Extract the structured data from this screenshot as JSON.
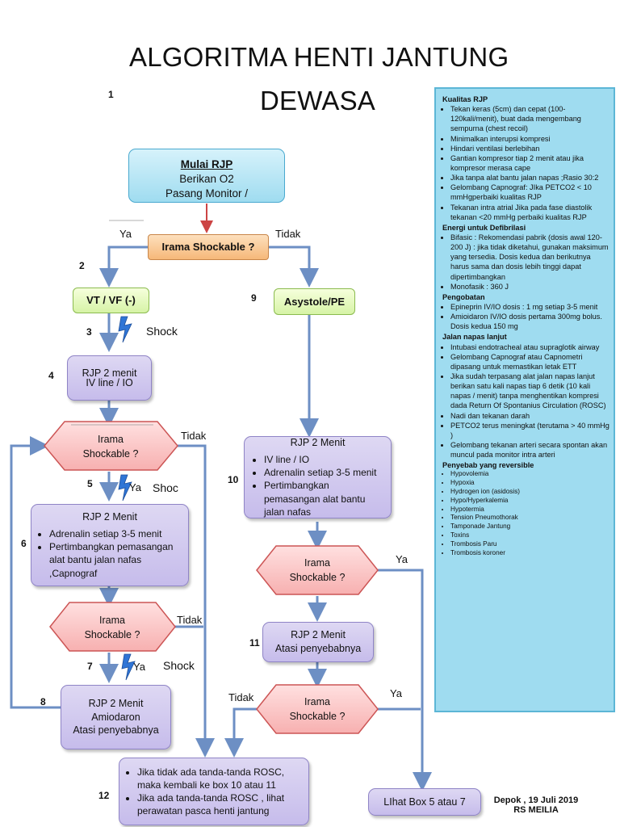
{
  "title": {
    "line1": "ALGORITMA HENTI JANTUNG",
    "line2": "DEWASA"
  },
  "numbers": {
    "n1": "1",
    "n2": "2",
    "n3": "3",
    "n4": "4",
    "n5": "5",
    "n6": "6",
    "n7": "7",
    "n8": "8",
    "n9": "9",
    "n10": "10",
    "n11": "11",
    "n12": "12"
  },
  "start": {
    "title": "Mulai RJP",
    "line1": "Berikan O2",
    "line2": "Pasang Monitor /"
  },
  "rhythm_top": "Irama Shockable ?",
  "labels": {
    "ya": "Ya",
    "tidak": "Tidak",
    "shock": "Shock",
    "shoc": "Shoc"
  },
  "vtvf": "VT / VF (-)",
  "asystole": "Asystole/PE",
  "box4": {
    "line1": "RJP 2 menit",
    "line2": "IV line / IO"
  },
  "diamond": {
    "line1": "Irama",
    "line2": "Shockable ?"
  },
  "box6": {
    "title": "RJP 2 Menit",
    "items": [
      "Adrenalin setiap 3-5 menit",
      "Pertimbangkan pemasangan alat bantu jalan nafas ,Capnograf"
    ]
  },
  "box8": {
    "line1": "RJP 2 Menit",
    "line2": "Amiodaron",
    "line3": "Atasi penyebabnya"
  },
  "box10": {
    "title": "RJP 2 Menit",
    "items": [
      "IV line / IO",
      "Adrenalin setiap 3-5 menit",
      "Pertimbangkan pemasangan alat bantu jalan nafas"
    ]
  },
  "box11": {
    "line1": "RJP 2 Menit",
    "line2": "Atasi penyebabnya"
  },
  "box12": {
    "items": [
      "Jika tidak ada tanda-tanda ROSC, maka kembali ke box 10 atau 11",
      "Jika ada tanda-tanda ROSC , lihat perawatan pasca henti jantung"
    ]
  },
  "box_lihat": "LIhat Box 5 atau 7",
  "footer": {
    "line1": "Depok , 19 Juli 2019",
    "line2": "RS MEILIA"
  },
  "sidebar": {
    "kualitas": {
      "heading": "Kualitas RJP",
      "items": [
        "Tekan keras (5cm) dan cepat (100-120kali/menit), buat dada mengembang sempurna (chest recoil)",
        "Minimalkan interupsi kompresi",
        "Hindari ventilasi berlebihan",
        "Gantian kompresor tiap 2 menit atau jika kompresor merasa cape",
        "Jika tanpa alat bantu jalan napas ;Rasio 30:2",
        "Gelombang Capnograf: JIka PETCO2 < 10 mmHgperbaiki kualitas RJP",
        "Tekanan intra atrial Jika pada fase diastolik tekanan <20 mmHg perbaiki kualitas RJP"
      ]
    },
    "energi": {
      "heading": "Energi untuk Defibrilasi",
      "items": [
        "Bifasic : Rekomendasi pabrik (dosis awal 120-200 J) : jika tidak diketahui, gunakan maksimum yang tersedia. Dosis kedua dan berikutnya harus sama dan dosis lebih tinggi dapat dipertimbangkan",
        "Monofasik : 360 J"
      ]
    },
    "pengobatan": {
      "heading": "Pengobatan",
      "items": [
        "Epineprin IV/IO dosis : 1 mg setiap 3-5 menit",
        "Amioidaron IV/IO dosis pertama 300mg bolus. Dosis kedua 150 mg"
      ]
    },
    "jalan": {
      "heading": "Jalan napas lanjut",
      "items": [
        "Intubasi endotracheal atau supraglotik airway",
        "Gelombang Capnograf atau Capnometri dipasang untuk memastikan letak ETT",
        "Jika sudah terpasang alat jalan napas lanjut berikan satu kali napas tiap 6 detik (10 kali napas / menit) tanpa menghentikan kompresi dada Return Of Spontanius Circulation (ROSC)",
        "Nadi dan tekanan darah",
        "PETCO2 terus meningkat (terutama > 40 mmHg )",
        "Gelombang tekanan arteri secara spontan akan muncul pada monitor intra arteri"
      ]
    },
    "penyebab": {
      "heading": "Penyebab yang reversible",
      "items": [
        "Hypovolemia",
        "Hypoxia",
        "Hydrogen ion (asidosis)",
        "Hypo/Hyperkalemia",
        "Hypotermia",
        "Tension Pneumothorak",
        "Tamponade Jantung",
        "Toxins",
        "Trombosis Paru",
        "Trombosis koroner"
      ]
    }
  }
}
